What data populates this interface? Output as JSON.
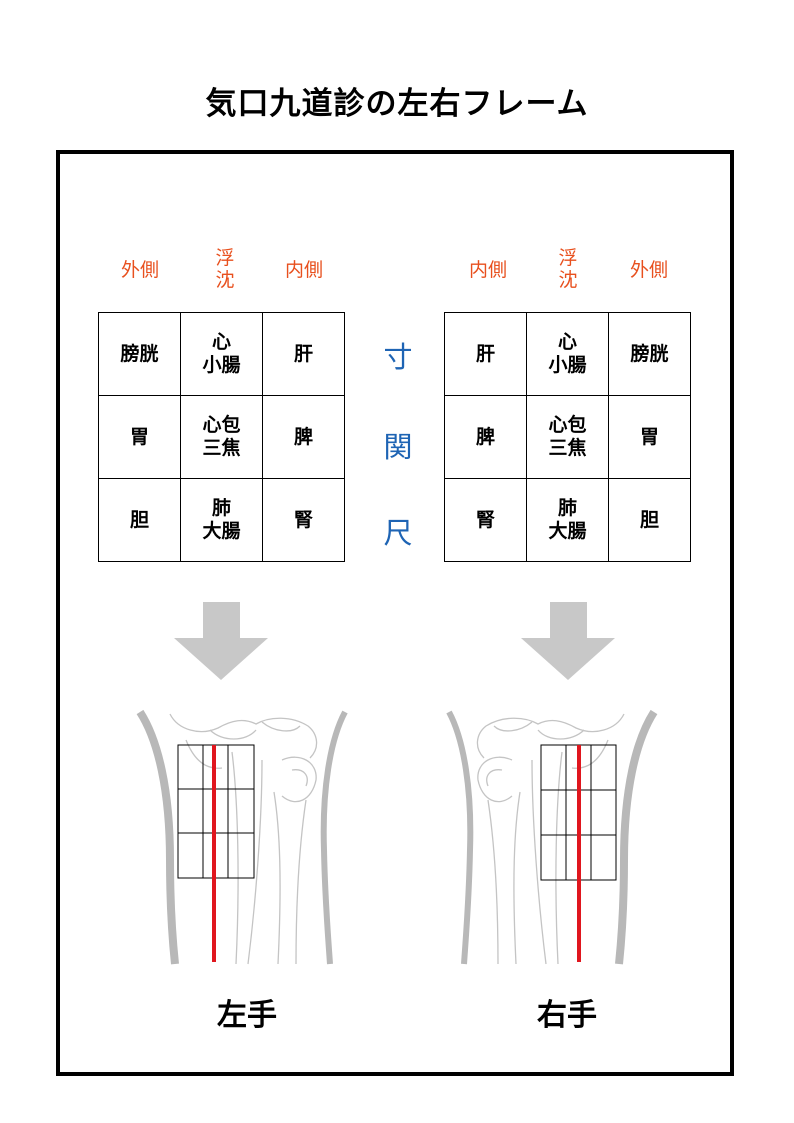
{
  "title": "気口九道診の左右フレーム",
  "left_hand": {
    "headers": {
      "outer": "外側",
      "float": "浮\n沈",
      "inner": "内側"
    },
    "rows": [
      [
        "膀胱",
        "心\n小腸",
        "肝"
      ],
      [
        "胃",
        "心包\n三焦",
        "脾"
      ],
      [
        "胆",
        "肺\n大腸",
        "腎"
      ]
    ],
    "caption": "左手"
  },
  "right_hand": {
    "headers": {
      "inner": "内側",
      "float": "浮\n沈",
      "outer": "外側"
    },
    "rows": [
      [
        "肝",
        "心\n小腸",
        "膀胱"
      ],
      [
        "脾",
        "心包\n三焦",
        "胃"
      ],
      [
        "腎",
        "肺\n大腸",
        "胆"
      ]
    ],
    "caption": "右手"
  },
  "levels": [
    "寸",
    "関",
    "尺"
  ],
  "colors": {
    "header": "#e8501e",
    "level": "#1e64b4",
    "arrow": "#c8c8c8",
    "pulse_line": "#e0161e",
    "bone_outline": "#bcbcbc"
  }
}
